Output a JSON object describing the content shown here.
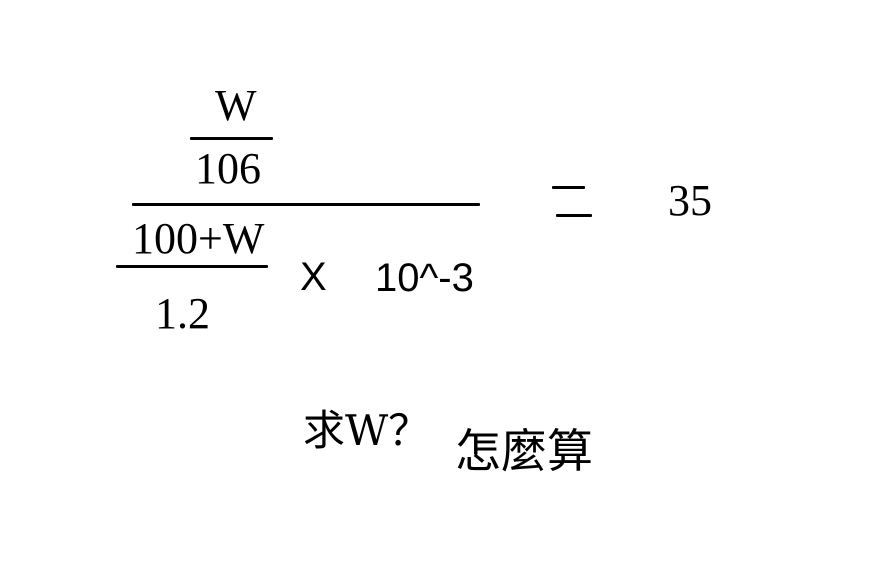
{
  "equation": {
    "inner_numerator": "W",
    "inner_denominator": "106",
    "lower_numerator": "100+W",
    "lower_denominator": "1.2",
    "times_sign": "X",
    "factor": "10^-3",
    "equals_sign": "=",
    "result": "35"
  },
  "question": {
    "prompt": "求W？",
    "how": "怎麼算"
  }
}
